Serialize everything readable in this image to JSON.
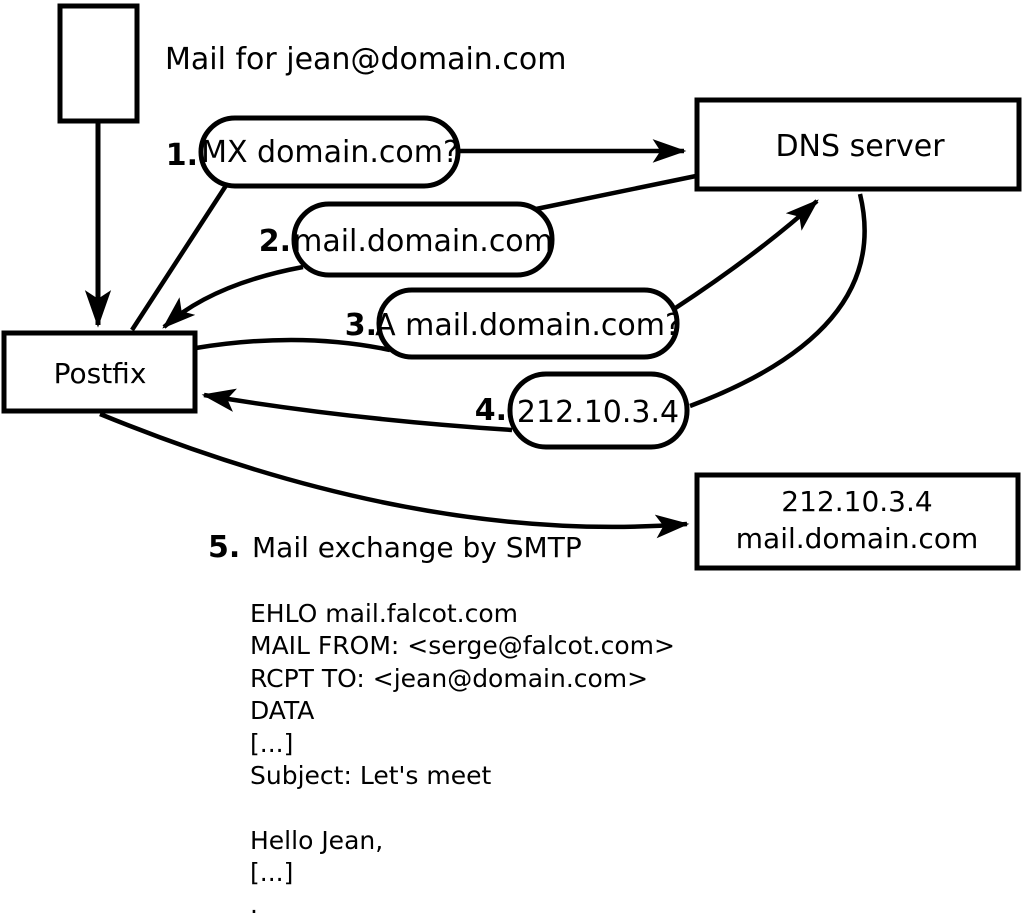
{
  "diagram": {
    "caption": "Mail for jean@domain.com",
    "nodes": {
      "postfix": "Postfix",
      "dns": "DNS server",
      "mail_server_line1": "212.10.3.4",
      "mail_server_line2": "mail.domain.com"
    },
    "steps": [
      {
        "num": "1.",
        "label": "MX domain.com?"
      },
      {
        "num": "2.",
        "label": "mail.domain.com"
      },
      {
        "num": "3.",
        "label": "A mail.domain.com?"
      },
      {
        "num": "4.",
        "label": "212.10.3.4"
      },
      {
        "num": "5.",
        "label": "Mail exchange by SMTP"
      }
    ],
    "smtp_session": [
      "EHLO mail.falcot.com",
      "MAIL FROM: <serge@falcot.com>",
      "RCPT TO: <jean@domain.com>",
      "DATA",
      "[...]",
      "Subject: Let's meet",
      "",
      "Hello Jean,",
      "[...]",
      "."
    ],
    "colors": {
      "stroke": "#000000",
      "fill": "#ffffff"
    }
  }
}
